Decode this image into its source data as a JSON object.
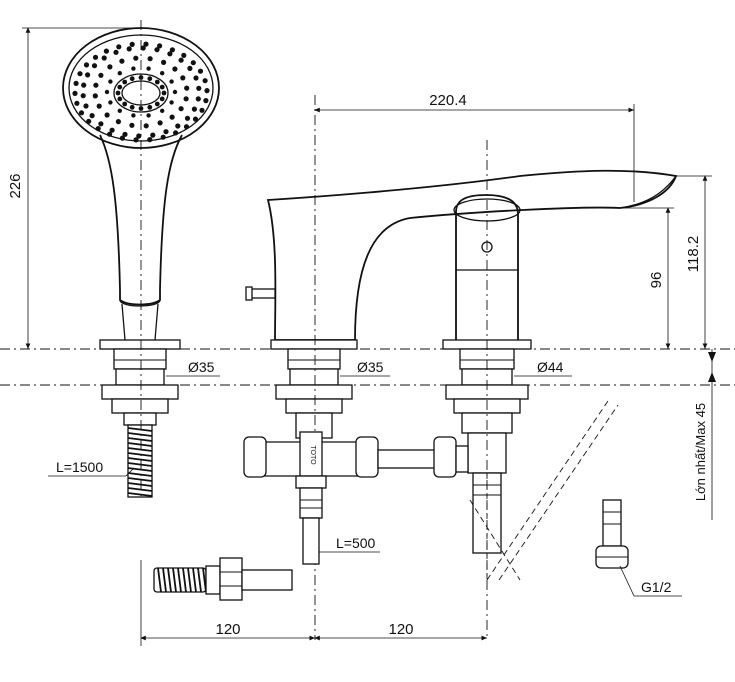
{
  "dimensions": {
    "handshower_height": "226",
    "spout_reach": "220.4",
    "spout_height": "118.2",
    "outlet_height": "96",
    "deck_thickness": "Lớn nhất/Max 45",
    "hole_1": "Ø35",
    "hole_2": "Ø35",
    "hole_3": "Ø44",
    "hose_length": "L=1500",
    "supply_length": "L=500",
    "spacing_left": "120",
    "spacing_right": "120",
    "thread": "G1/2"
  },
  "valve_label": "TOTO"
}
